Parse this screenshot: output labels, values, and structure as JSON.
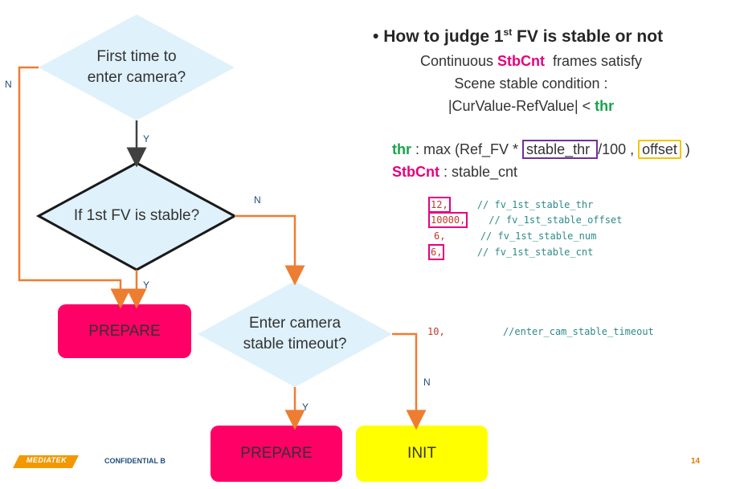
{
  "flowchart": {
    "decision_first_time": "First time to\nenter camera?",
    "decision_stable": "If 1st FV is stable?",
    "decision_timeout": "Enter camera\nstable timeout?",
    "box_prepare_left": "PREPARE",
    "box_prepare_bottom": "PREPARE",
    "box_init": "INIT",
    "label_n_left": "N",
    "label_y_first": "Y",
    "label_n_stable": "N",
    "label_y_stable": "Y",
    "label_y_timeout": "Y",
    "label_n_timeout": "N"
  },
  "explanation": {
    "bullet": "•",
    "heading_pre": "How to judge 1",
    "heading_sup": "st",
    "heading_post": " FV is stable or not",
    "line1_pre": "Continuous ",
    "line1_key": "StbCnt",
    "line1_post": "  frames satisfy",
    "line2": "Scene stable condition :",
    "line3_pre": "|CurValue-RefValue| < ",
    "line3_key": "thr",
    "def1_key": "thr",
    "def1_pre": " : max (Ref_FV * ",
    "def1_box1": "stable_thr ",
    "def1_mid": "/100 , ",
    "def1_box2": "offset",
    "def1_post": " )",
    "def2_key": "StbCnt",
    "def2_post": " : stable_cnt"
  },
  "code": [
    {
      "value": "12,",
      "comment": "// fv_1st_stable_thr",
      "highlight": true
    },
    {
      "value": "10000,",
      "comment": "// fv_1st_stable_offset",
      "highlight": true
    },
    {
      "value": "6,",
      "comment": "// fv_1st_stable_num",
      "highlight": false
    },
    {
      "value": "6,",
      "comment": "// fv_1st_stable_cnt",
      "highlight": true
    }
  ],
  "timeout_code": {
    "value": "10,",
    "comment": "//enter_cam_stable_timeout"
  },
  "footer": {
    "logo": "MEDIATEK",
    "confidential": "CONFIDENTIAL B",
    "page": "14"
  },
  "colors": {
    "diamond_fill": "#dff1fb",
    "arrow": "#ed7d31",
    "prepare": "#ff0066",
    "init": "#ffff00",
    "magenta_text": "#e6007e",
    "green_text": "#18a34a",
    "logo": "#f39800"
  }
}
